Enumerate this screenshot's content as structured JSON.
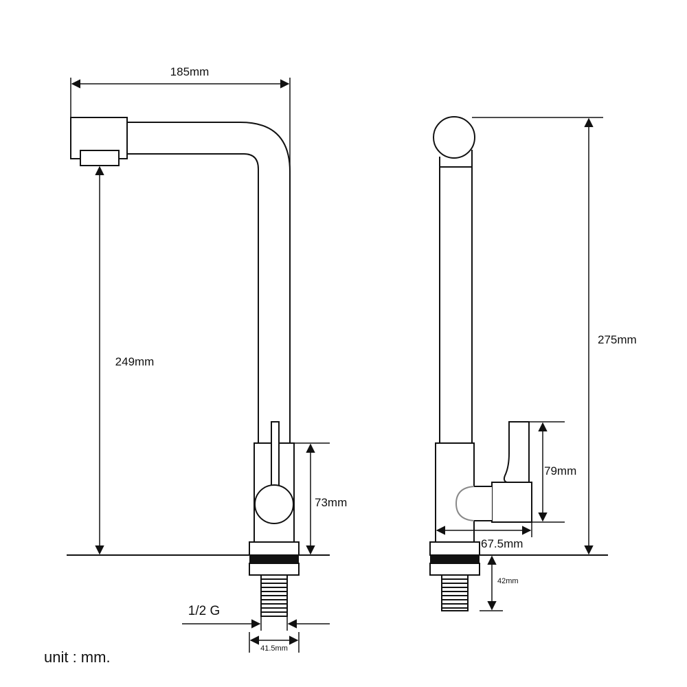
{
  "dimensions": {
    "width_top": "185mm",
    "height_spout": "249mm",
    "body_height": "73mm",
    "total_height": "275mm",
    "handle_height": "79mm",
    "base_width": "67.5mm",
    "thread_length": "42mm",
    "thread_size": "1/2 G",
    "thread_diameter": "41.5mm"
  },
  "note": "unit : mm."
}
